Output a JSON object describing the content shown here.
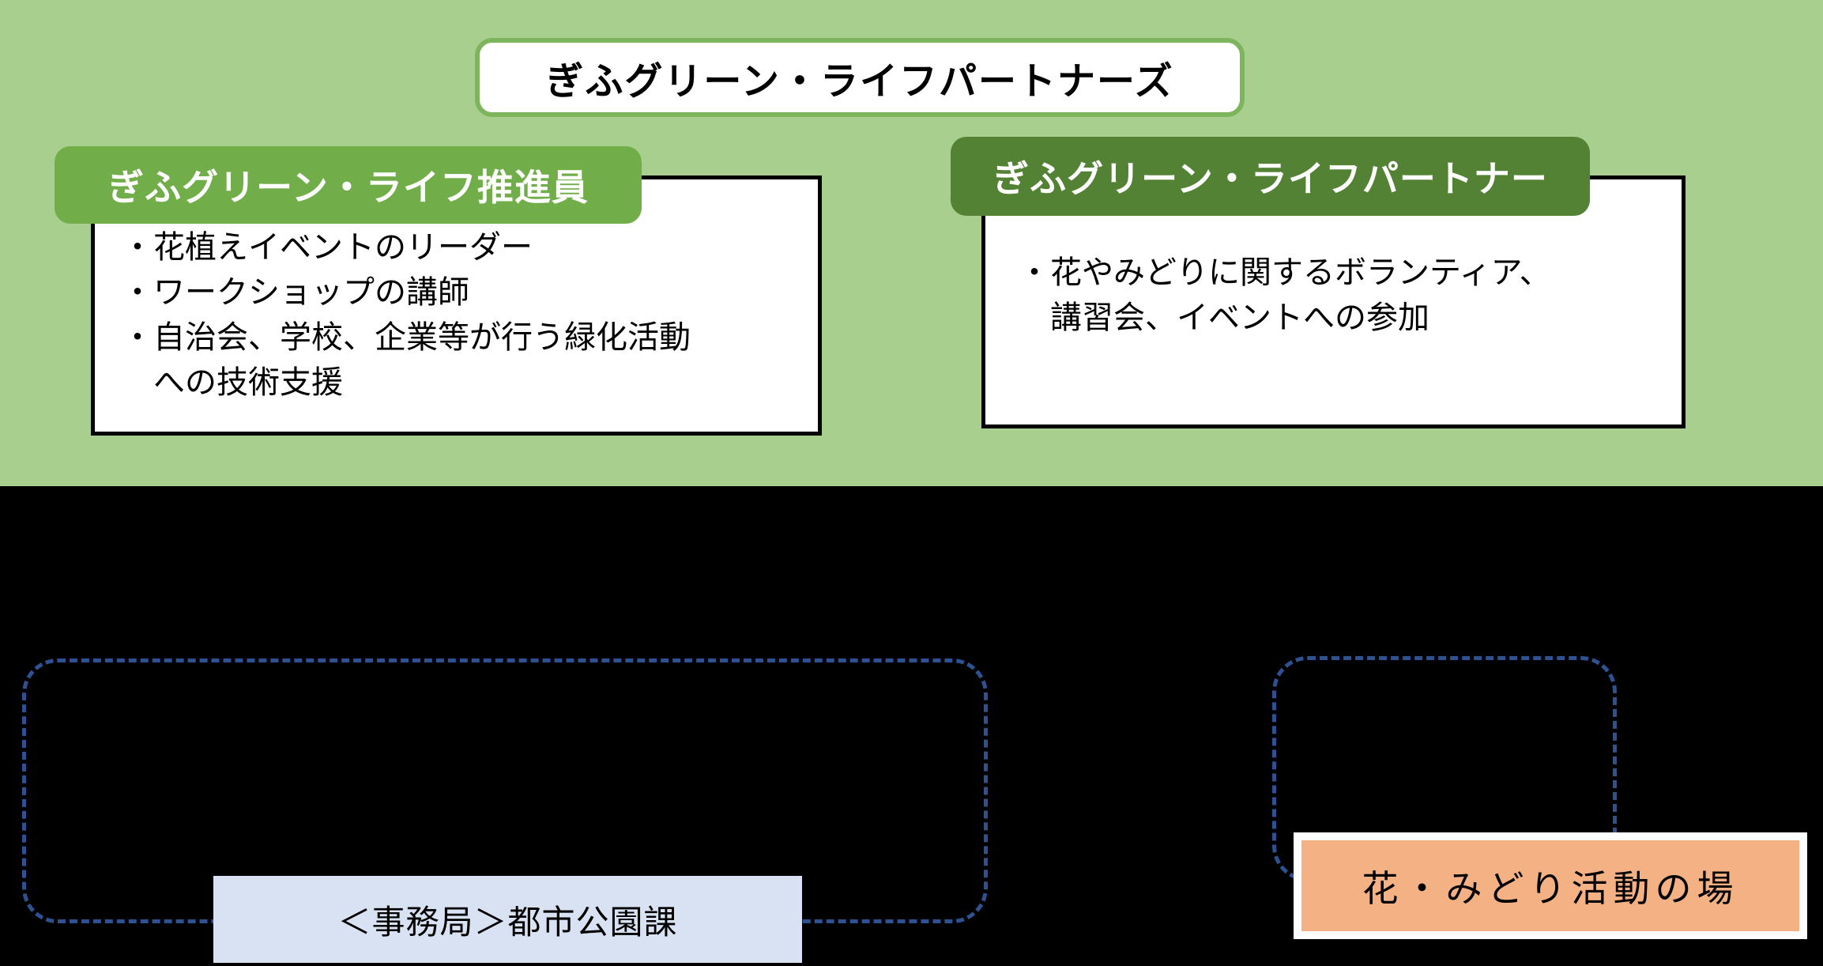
{
  "colors": {
    "band_green": "#a8cf8d",
    "title_border_green": "#7cb55b",
    "promoter_green": "#71ad49",
    "partner_green": "#548235",
    "dashed_blue": "#2e5191",
    "secretariat_bg": "#d9e2f3",
    "activity_bg": "#f4b183"
  },
  "title": "ぎふグリーン・ライフパートナーズ",
  "promoter": {
    "header": "ぎふグリーン・ライフ推進員",
    "lines": [
      "・花植えイベントのリーダー",
      "・ワークショップの講師",
      "・自治会、学校、企業等が行う緑化活動",
      "　への技術支援"
    ]
  },
  "partner": {
    "header": "ぎふグリーン・ライフパートナー",
    "lines": [
      "・花やみどりに関するボランティア、",
      "　講習会、イベントへの参加"
    ]
  },
  "secretariat_label": "＜事務局＞都市公園課",
  "activity_label": "花・みどり活動の場"
}
